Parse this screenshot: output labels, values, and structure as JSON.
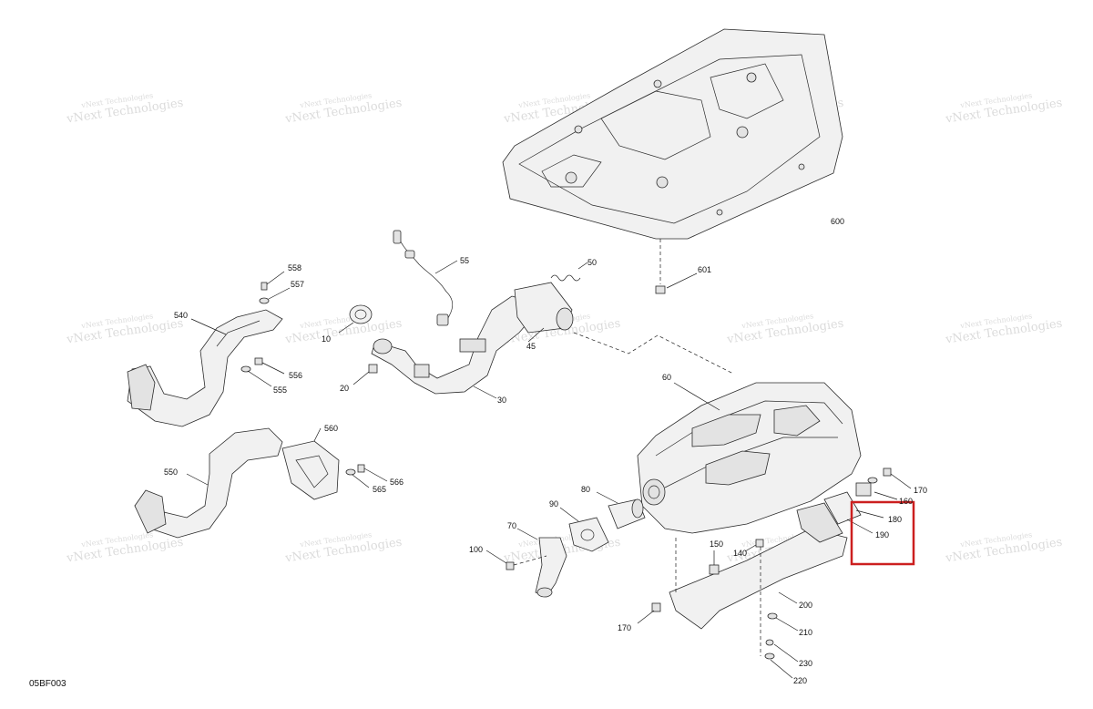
{
  "diagram": {
    "code": "05BF003",
    "watermark": {
      "line1": "vNext Technologies",
      "line2": "vNext Technologies"
    },
    "colors": {
      "highlight": "#cc1f1f",
      "line": "#2a2a2a",
      "fill": "#f1f1f1"
    },
    "labels": {
      "p600": "600",
      "p601": "601",
      "p50": "50",
      "p55": "55",
      "p10": "10",
      "p20": "20",
      "p30": "30",
      "p45": "45",
      "p540": "540",
      "p550": "550",
      "p555": "555",
      "p556": "556",
      "p557": "557",
      "p558": "558",
      "p560": "560",
      "p565": "565",
      "p566": "566",
      "p60": "60",
      "p70": "70",
      "p80": "80",
      "p90": "90",
      "p100": "100",
      "p140": "140",
      "p150": "150",
      "p160": "160",
      "p170a": "170",
      "p170b": "170",
      "p180": "180",
      "p190": "190",
      "p200": "200",
      "p210": "210",
      "p220": "220",
      "p230": "230"
    }
  }
}
